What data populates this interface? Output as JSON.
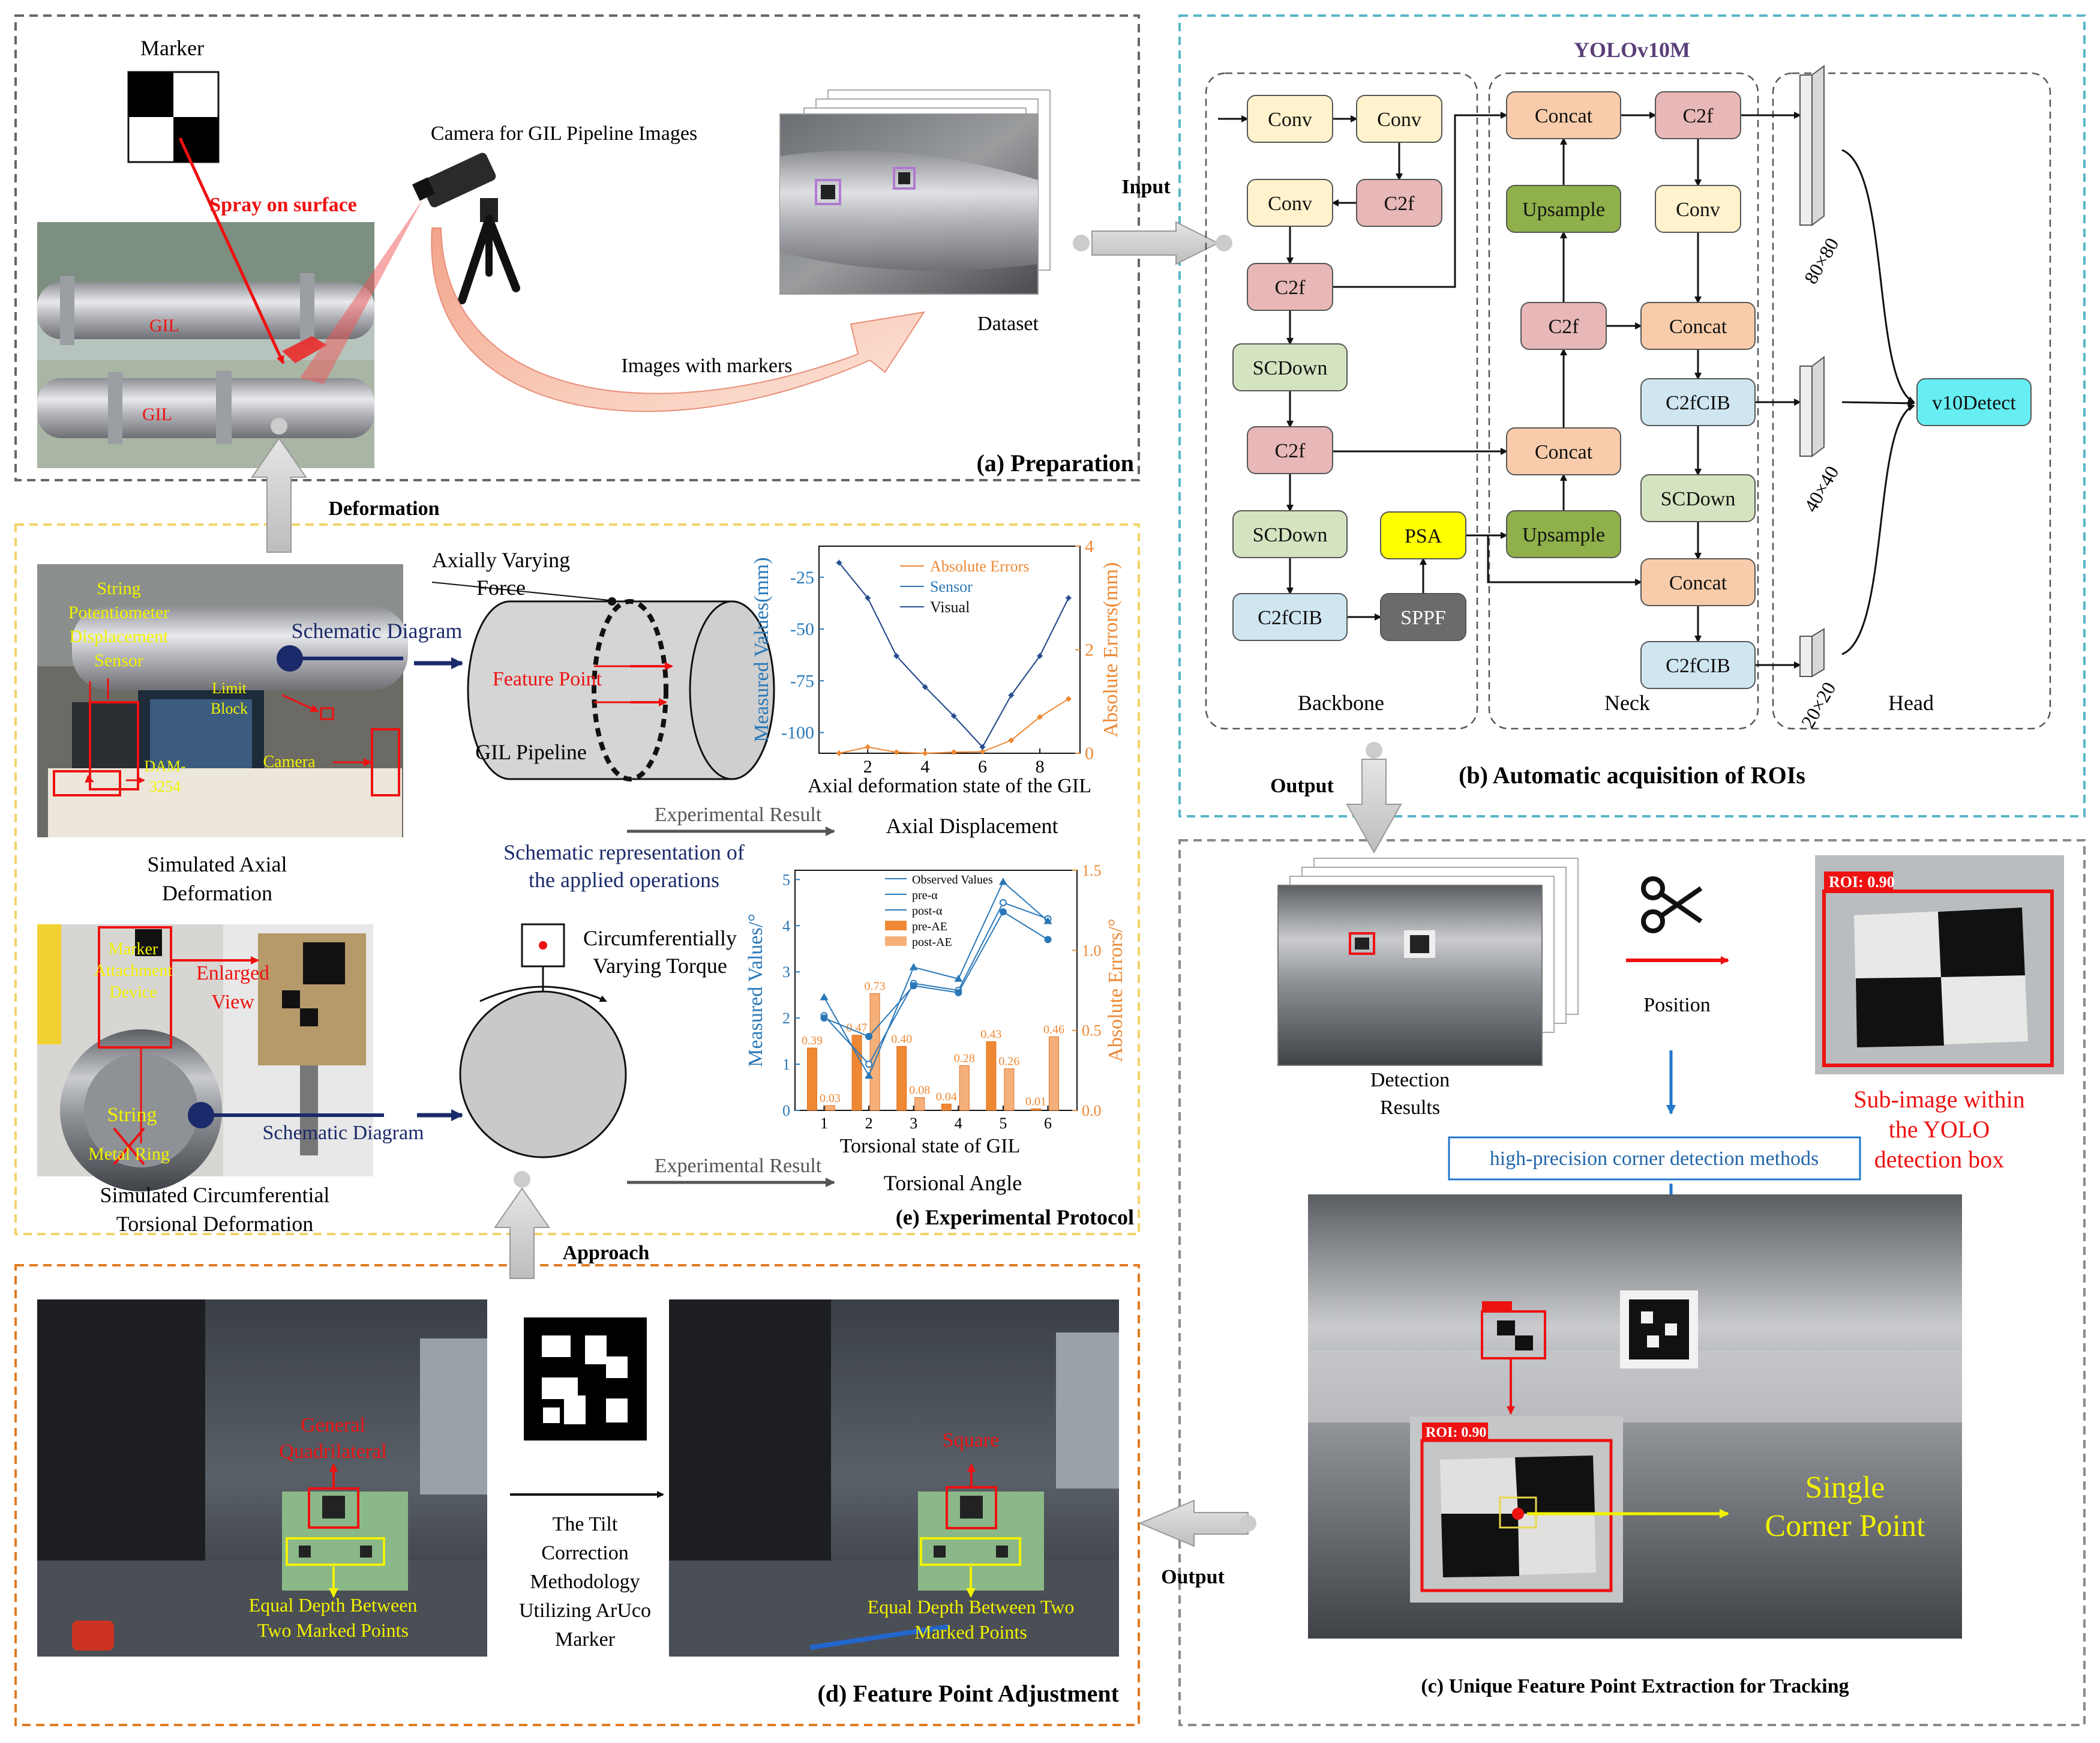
{
  "colors": {
    "panel_a_border": "#666666",
    "panel_b_border": "#58b6c7",
    "panel_c_border": "#8a8a8a",
    "panel_d_border": "#e07b22",
    "panel_e_border": "#f2d36a",
    "conv_fill": "#fff2cc",
    "c2f_fill": "#e8b7b7",
    "scdown_fill": "#d5e4c0",
    "c2fcib_fill": "#cfe6f1",
    "concat_fill": "#f8ccaa",
    "upsample_fill": "#8fb04a",
    "psa_fill": "#ffff00",
    "sppf_fill": "#6b6b6b",
    "v10detect_fill": "#66eef2",
    "red_annotation": "#ee1111",
    "yellow_annotation": "#f2f200",
    "blue_text": "#2266aa",
    "orange_series": "#ee8833",
    "blue_series": "#2a78b8"
  },
  "panel_a": {
    "title": "(a) Preparation",
    "marker_label": "Marker",
    "spray_label": "Spray on surface",
    "camera_label": "Camera for GIL Pipeline Images",
    "gil_label_1": "GIL",
    "gil_label_2": "GIL",
    "images_label": "Images with markers",
    "dataset_label": "Dataset"
  },
  "arrows": {
    "input": "Input",
    "output_b": "Output",
    "output_c": "Output",
    "deformation": "Deformation",
    "approach": "Approach"
  },
  "panel_b": {
    "title": "(b) Automatic acquisition of ROIs",
    "model_name": "YOLOv10M",
    "backbone_label": "Backbone",
    "neck_label": "Neck",
    "head_label": "Head",
    "backbone": {
      "conv1": "Conv",
      "conv2": "Conv",
      "c2f_top": "C2f",
      "conv3": "Conv",
      "c2f1": "C2f",
      "scdown1": "SCDown",
      "c2f2": "C2f",
      "scdown2": "SCDown",
      "c2fcib": "C2fCIB",
      "psa": "PSA",
      "sppf": "SPPF"
    },
    "neck": {
      "concat1": "Concat",
      "c2f_a": "C2f",
      "upsample1": "Upsample",
      "conv": "Conv",
      "c2f_b": "C2f",
      "concat2": "Concat",
      "concat3": "Concat",
      "c2fcib1": "C2fCIB",
      "upsample2": "Upsample",
      "scdown": "SCDown",
      "concat4": "Concat",
      "c2fcib2": "C2fCIB"
    },
    "head": {
      "detect": "v10Detect",
      "scale1": "80×80",
      "scale2": "40×40",
      "scale3": "20×20"
    }
  },
  "panel_c": {
    "title": "(c) Unique Feature Point Extraction for Tracking",
    "detection_results": "Detection\nResults",
    "position": "Position",
    "method": "high-precision corner detection methods",
    "sub_image": "Sub-image within\nthe YOLO\ndetection box",
    "roi_label_1": "ROI: 0.90",
    "roi_label_2": "ROI: 0.90",
    "single_corner": "Single\nCorner Point"
  },
  "panel_d": {
    "title": "(d) Feature Point Adjustment",
    "general_quad": "General\nQuadrilateral",
    "square": "Square",
    "equal_depth_1": "Equal Depth Between\nTwo Marked Points",
    "equal_depth_2": "Equal Depth Between Two\nMarked Points",
    "tilt_text": "The Tilt\nCorrection\nMethodology\nUtilizing ArUco\nMarker"
  },
  "panel_e": {
    "title": "(e) Experimental Protocol",
    "photo1_labels": {
      "string_pot": "String\nPotentiometer\nDisplacement\nSensor",
      "limit_block": "Limit\nBlock",
      "dam": "DAM-\n3254",
      "camera": "Camera"
    },
    "simulated_axial": "Simulated Axial\nDeformation",
    "photo2_labels": {
      "marker_device": "Marker\nAttachment\nDevice",
      "enlarged": "Enlarged\nView",
      "string": "String",
      "metal_ring": "Metal Ring"
    },
    "simulated_circ": "Simulated Circumferential\nTorsional Deformation",
    "schematic_diagram_1": "Schematic Diagram",
    "schematic_diagram_2": "Schematic Diagram",
    "axially_varying": "Axially Varying\nForce",
    "feature_point": "Feature Point",
    "gil_pipeline": "GIL Pipeline",
    "experimental_result_1": "Experimental Result",
    "experimental_result_2": "Experimental Result",
    "axial_displacement": "Axial Displacement",
    "schematic_repr": "Schematic representation of\nthe applied operations",
    "circ_torque": "Circumferentially\nVarying Torque",
    "torsional_angle": "Torsional Angle"
  },
  "chart_data": [
    {
      "type": "line",
      "xlabel": "Axial deformation state of the GIL",
      "ylabel": "Measured Values(mm)",
      "ylabel_right": "Absolute Errors(mm)",
      "x": [
        1,
        2,
        3,
        4,
        5,
        6,
        7,
        8,
        9
      ],
      "xticks": [
        2,
        4,
        6,
        8
      ],
      "xlim": [
        0.3,
        9.4
      ],
      "ylim": [
        -110,
        -10
      ],
      "yticks": [
        -25,
        -50,
        -75,
        -100
      ],
      "ylim_right": [
        0,
        4
      ],
      "yticks_right": [
        0,
        2,
        4
      ],
      "series": [
        {
          "name": "Absolute Errors",
          "axis": "right",
          "color": "#ee8833",
          "marker": "diamond",
          "values": [
            0.0,
            0.12,
            0.02,
            0.0,
            0.02,
            0.03,
            0.25,
            0.7,
            1.05
          ]
        },
        {
          "name": "Sensor",
          "axis": "left",
          "color": "#2a78b8",
          "marker": "plus",
          "values": [
            -18,
            -35,
            -63,
            -78,
            -92,
            -107,
            -82,
            -63,
            -35
          ]
        },
        {
          "name": "Visual",
          "axis": "left",
          "color": "#2a4a8a",
          "marker": "dot",
          "values": [
            -18,
            -35,
            -63,
            -78,
            -92,
            -107,
            -82,
            -63,
            -35
          ]
        }
      ],
      "legend": "top-right"
    },
    {
      "type": "bar",
      "xlabel": "Torsional state of GIL",
      "ylabel": "Measured Values/°",
      "ylabel_right": "Absolute Errors/°",
      "categories": [
        "1",
        "2",
        "3",
        "4",
        "5",
        "6"
      ],
      "ylim": [
        0,
        5.2
      ],
      "yticks": [
        0,
        1,
        2,
        3,
        4,
        5
      ],
      "ylim_right": [
        0,
        1.5
      ],
      "yticks_right": [
        0.0,
        0.5,
        1.0,
        1.5
      ],
      "series": [
        {
          "name": "Observed Values",
          "axis": "left",
          "color": "#2a78b8",
          "values": [
            2.05,
            1.0,
            2.75,
            2.6,
            4.5,
            4.15
          ]
        },
        {
          "name": "pre-α",
          "axis": "left",
          "color": "#2a78b8",
          "values": [
            2.45,
            0.75,
            3.1,
            2.85,
            4.95,
            4.1
          ]
        },
        {
          "name": "post-α",
          "axis": "left",
          "color": "#2a78b8",
          "values": [
            2.0,
            1.6,
            2.7,
            2.55,
            4.3,
            3.7
          ]
        },
        {
          "name": "pre-AE",
          "axis": "right",
          "color": "#ee8833",
          "values": [
            0.39,
            0.47,
            0.4,
            0.04,
            0.43,
            0.01
          ]
        },
        {
          "name": "post-AE",
          "axis": "right",
          "color": "#f5b07a",
          "values": [
            0.03,
            0.73,
            0.08,
            0.28,
            0.26,
            0.46
          ]
        }
      ],
      "data_labels": [
        [
          "0.39",
          "0.03"
        ],
        [
          "0.47",
          "0.73"
        ],
        [
          "0.40",
          "0.08"
        ],
        [
          "0.04",
          "0.28"
        ],
        [
          "0.43",
          "0.26"
        ],
        [
          "0.01",
          "0.46"
        ]
      ],
      "legend": "top-left"
    }
  ]
}
